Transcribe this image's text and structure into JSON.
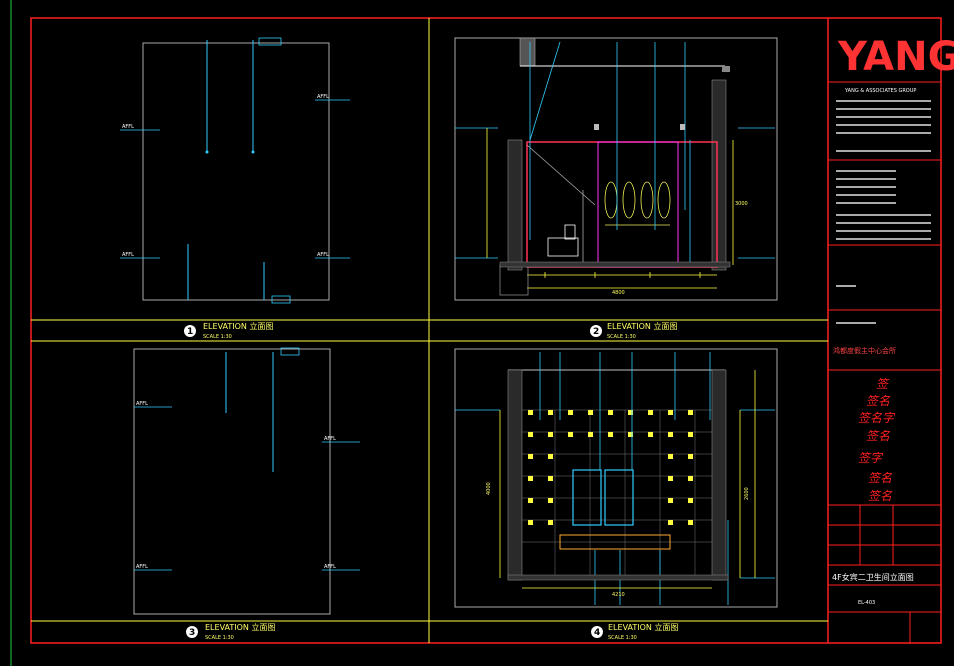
{
  "logo": "YANG",
  "views": [
    {
      "num": "1",
      "title": "ELEVATION  立面图",
      "scale": "SCALE  1:30"
    },
    {
      "num": "2",
      "title": "ELEVATION  立面图",
      "scale": "SCALE  1:30"
    },
    {
      "num": "3",
      "title": "ELEVATION  立面图",
      "scale": "SCALE  1:30"
    },
    {
      "num": "4",
      "title": "ELEVATION  立面图",
      "scale": "SCALE  1:30"
    }
  ],
  "tb": {
    "company": "YANG & ASSOCIATES GROUP",
    "project": "鸿都度假主中心会所",
    "drawing_title": "4F女宾二卫生间立面图",
    "drawing_no": "EL-403"
  },
  "dims": {
    "v2_total": "4800",
    "v2_h": "3000",
    "v4_total": "4210",
    "v4_h1": "2600",
    "v4_h2": "4000"
  },
  "colors": {
    "frame": "#ff2020",
    "yellow": "#ffff40",
    "cyan": "#33ccff",
    "magenta": "#ff33ff",
    "white": "#ffffff",
    "grey": "#888888",
    "green": "#22cc44"
  }
}
